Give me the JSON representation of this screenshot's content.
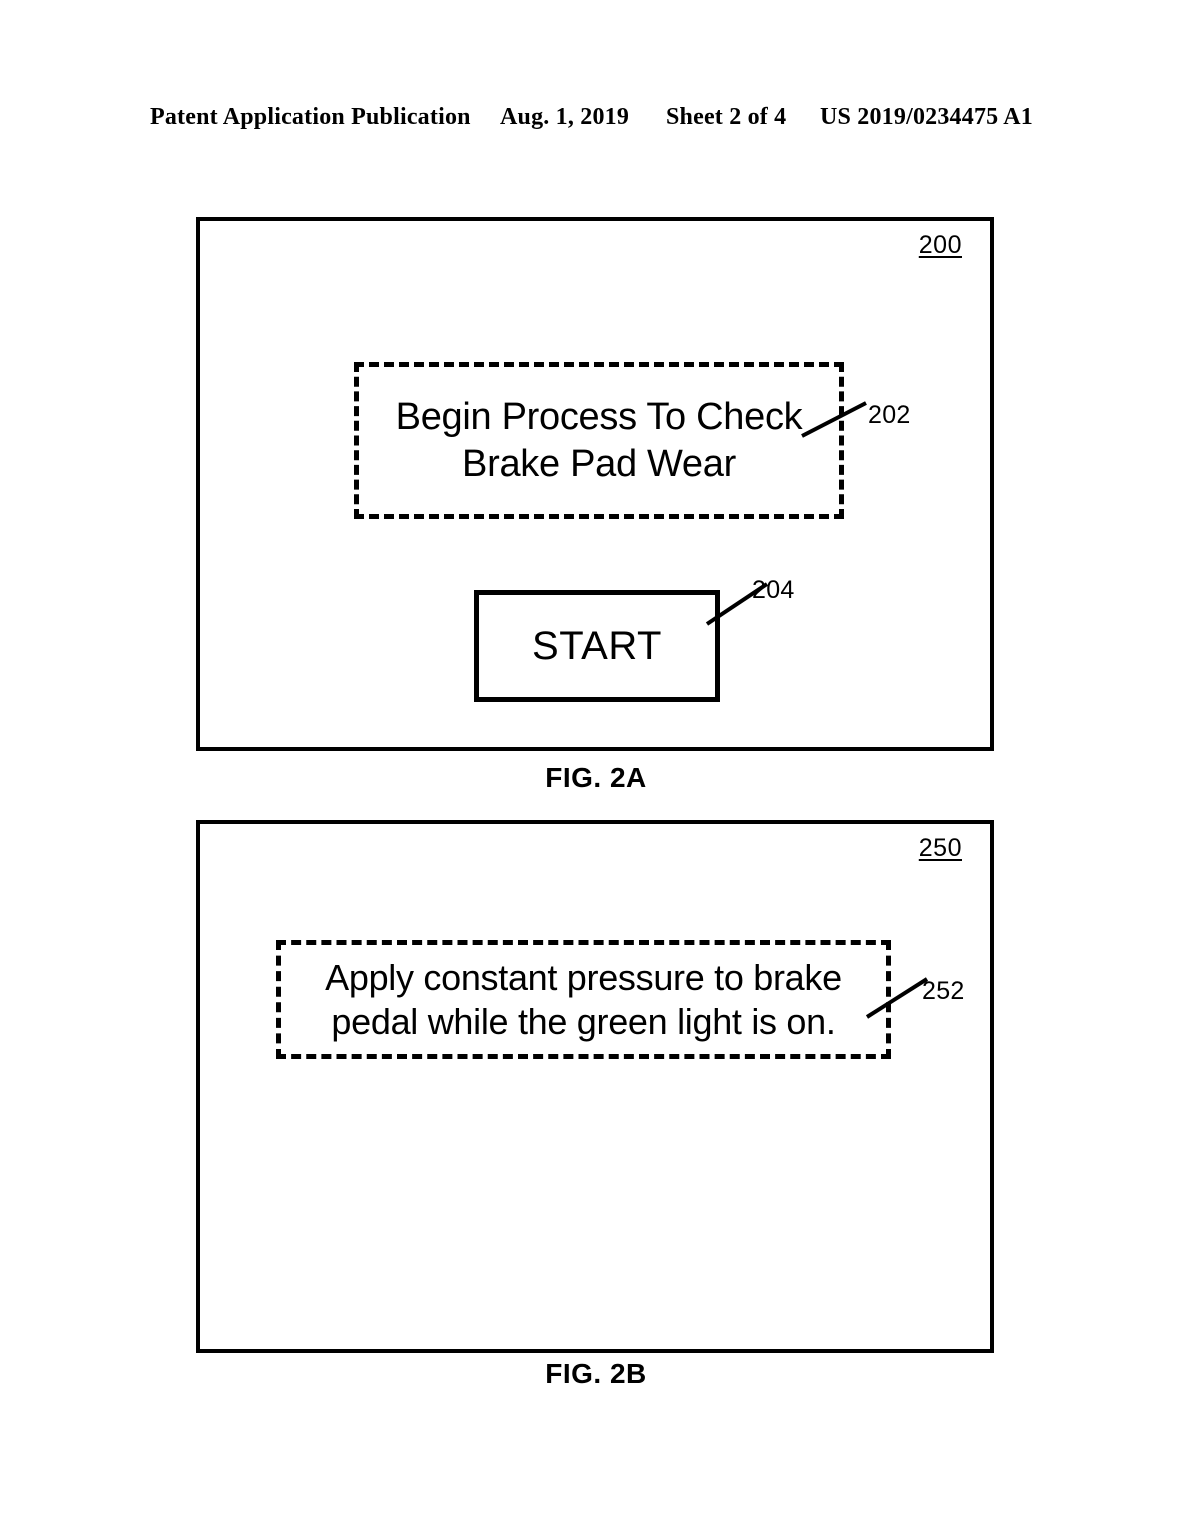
{
  "header": {
    "publication": "Patent Application Publication",
    "date": "Aug. 1, 2019",
    "sheet": "Sheet 2 of 4",
    "publication_number": "US 2019/0234475 A1"
  },
  "figures": [
    {
      "caption": "FIG. 2A",
      "frame_ref": "200",
      "elements": [
        {
          "ref": "202",
          "type": "dashed-box",
          "text": "Begin Process To Check Brake Pad Wear"
        },
        {
          "ref": "204",
          "type": "solid-box",
          "text": "START"
        }
      ]
    },
    {
      "caption": "FIG. 2B",
      "frame_ref": "250",
      "elements": [
        {
          "ref": "252",
          "type": "dashed-box",
          "text": "Apply constant pressure to brake pedal while the green light is on."
        }
      ]
    }
  ],
  "colors": {
    "ink": "#000000",
    "paper": "#ffffff"
  }
}
